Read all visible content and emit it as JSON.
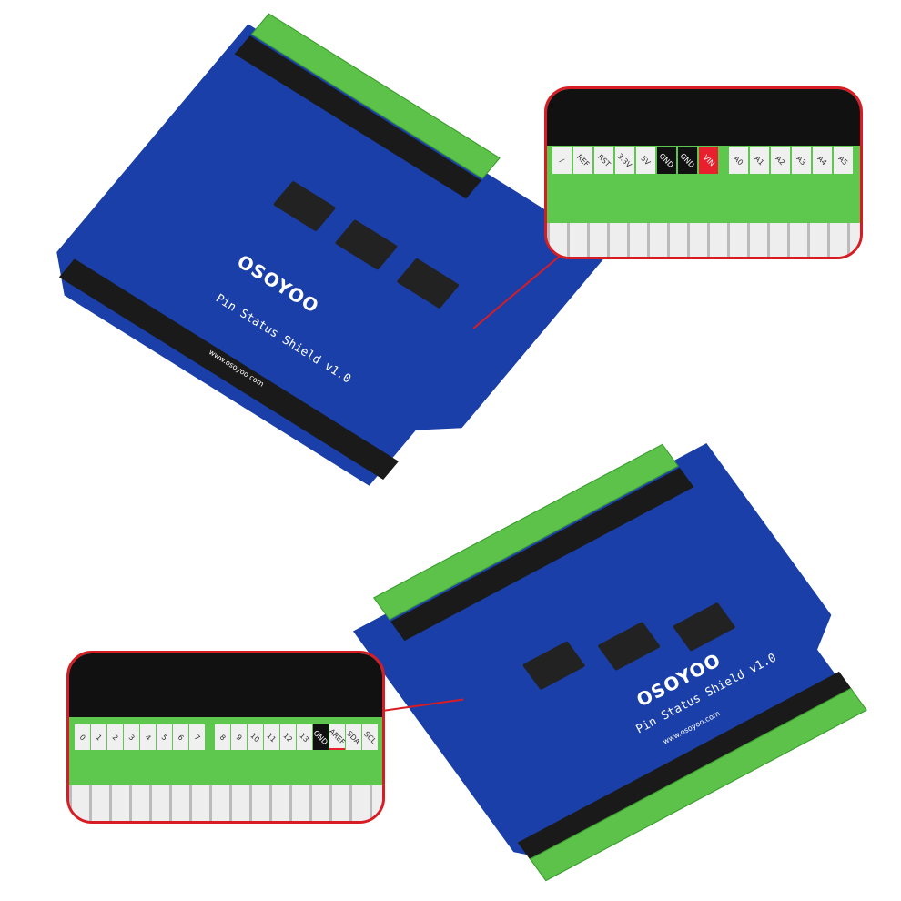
{
  "product": {
    "brand": "OSOYOO",
    "name": "Pin Status Shield v1.0",
    "url": "www.osoyoo.com"
  },
  "callout_top": {
    "labels_left": [
      "/",
      "REF",
      "RST",
      "3.3V",
      "5V",
      "GND",
      "GND",
      "VIN"
    ],
    "labels_right": [
      "A0",
      "A1",
      "A2",
      "A3",
      "A4",
      "A5"
    ]
  },
  "callout_bottom": {
    "labels_left": [
      "0",
      "1",
      "2",
      "3",
      "4",
      "5",
      "6",
      "7"
    ],
    "labels_right": [
      "8",
      "9",
      "10",
      "11",
      "12",
      "13",
      "GND",
      "AREF",
      "SDA",
      "SCL"
    ]
  },
  "colors": {
    "board": "#1a3fa8",
    "terminal": "#5cc24a",
    "callout_border": "#d81c24",
    "vin": "#e8202e"
  }
}
